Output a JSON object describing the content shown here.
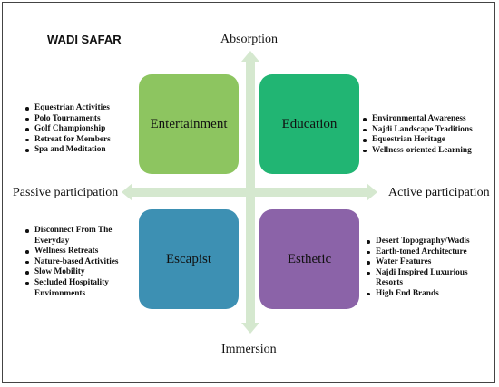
{
  "title": "WADI SAFAR",
  "axes": {
    "top": "Absorption",
    "bottom": "Immersion",
    "left": "Passive participation",
    "right": "Active participation",
    "arrow_color": "#d5e8cf"
  },
  "quadrants": [
    {
      "id": "entertainment",
      "label": "Entertainment",
      "color": "#8dc560",
      "items": [
        "Equestrian Activities",
        "Polo Tournaments",
        "Golf Championship",
        "Retreat for Members",
        "Spa and Meditation"
      ]
    },
    {
      "id": "education",
      "label": "Education",
      "color": "#21b573",
      "items": [
        "Environmental Awareness",
        "Najdi Landscape Traditions",
        "Equestrian Heritage",
        "Wellness-oriented Learning"
      ]
    },
    {
      "id": "escapist",
      "label": "Escapist",
      "color": "#3d90b3",
      "items": [
        "Disconnect From The Everyday",
        "Wellness Retreats",
        "Nature-based Activities",
        "Slow Mobility",
        "Secluded Hospitality Environments"
      ]
    },
    {
      "id": "esthetic",
      "label": "Esthetic",
      "color": "#8b63a8",
      "items": [
        "Desert Topography/Wadis",
        "Earth-toned Architecture",
        "Water Features",
        "Najdi Inspired Luxurious Resorts",
        "High End Brands"
      ]
    }
  ]
}
